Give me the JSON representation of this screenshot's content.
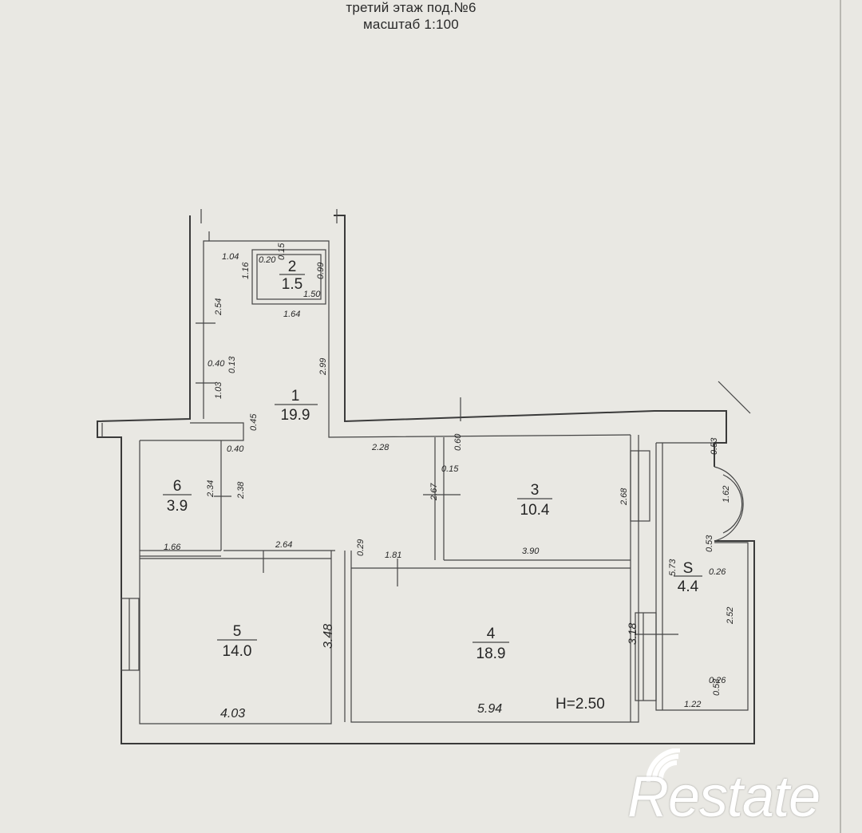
{
  "header": {
    "line1": "третий этаж под.№6",
    "line2": "масштаб 1:100"
  },
  "rooms": [
    {
      "num": "1",
      "area": "19.9"
    },
    {
      "num": "2",
      "area": "1.5"
    },
    {
      "num": "3",
      "area": "10.4"
    },
    {
      "num": "4",
      "area": "18.9"
    },
    {
      "num": "5",
      "area": "14.0"
    },
    {
      "num": "6",
      "area": "3.9"
    },
    {
      "num": "S",
      "area": "4.4"
    }
  ],
  "dims": {
    "d1_04": "1.04",
    "d0_20": "0.20",
    "d0_15a": "0.15",
    "d1_16": "1.16",
    "d0_99": "0.99",
    "d1_50": "1.50",
    "d1_64": "1.64",
    "d2_54": "2.54",
    "d0_40a": "0.40",
    "d0_13": "0.13",
    "d1_03": "1.03",
    "d2_99": "2.99",
    "d0_45": "0.45",
    "d0_40b": "0.40",
    "d2_28": "2.28",
    "d0_60": "0.60",
    "d0_15b": "0.15",
    "d2_34": "2.34",
    "d2_38": "2.38",
    "d2_67": "2.67",
    "d2_68": "2.68",
    "d1_66": "1.66",
    "d2_64": "2.64",
    "d0_29": "0.29",
    "d1_81": "1.81",
    "d3_90": "3.90",
    "d0_53a": "0.53",
    "d1_62": "1.62",
    "d0_53b": "0.53",
    "d5_73": "5.73",
    "d0_26a": "0.26",
    "d2_52": "2.52",
    "d3_48": "3.48",
    "d3_18": "3.18",
    "d0_26b": "0.26",
    "d1_22": "1.22",
    "d0_53c": "0.53",
    "d4_03": "4.03",
    "d5_94": "5.94",
    "height": "H=2.50"
  },
  "watermark": {
    "word": "Restate"
  },
  "colors": {
    "paper": "#e9e8e3",
    "lines": "#3a3a3a",
    "watermark": "#ffffff"
  }
}
